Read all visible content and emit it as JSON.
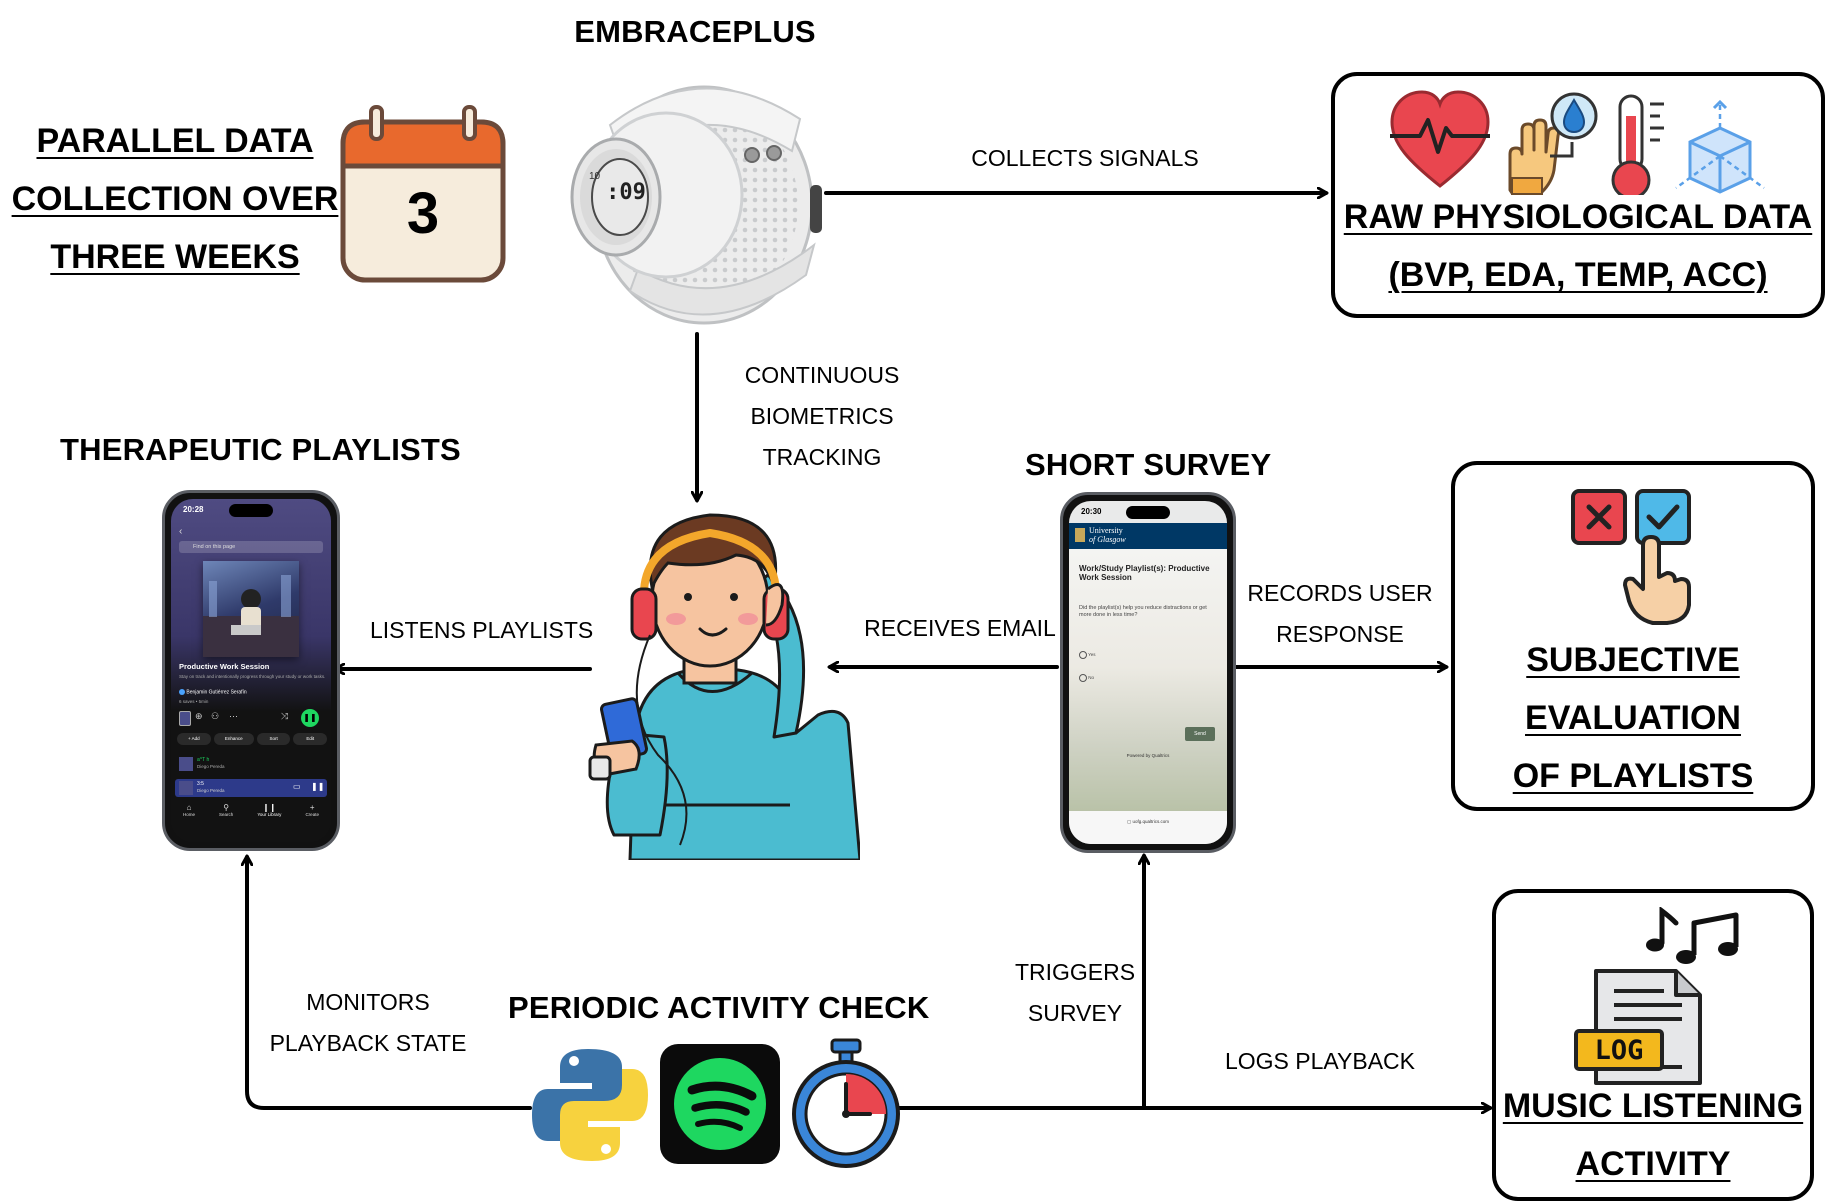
{
  "top": {
    "parallel_line1": "PARALLEL DATA",
    "parallel_line2": "COLLECTION OVER",
    "parallel_line3": "THREE WEEKS",
    "calendar_number": "3",
    "embraceplus_title": "EMBRACEPLUS",
    "watch_display": ":09",
    "watch_bezel": "10"
  },
  "raw_data": {
    "line1": "RAW PHYSIOLOGICAL DATA",
    "line2": "(BVP, EDA, TEMP, ACC)"
  },
  "edges": {
    "collects_signals": "COLLECTS SIGNALS",
    "continuous_1": "CONTINUOUS",
    "continuous_2": "BIOMETRICS",
    "continuous_3": "TRACKING",
    "listens_playlists": "LISTENS PLAYLISTS",
    "receives_email": "RECEIVES EMAIL",
    "records_1": "RECORDS USER",
    "records_2": "RESPONSE",
    "monitors_1": "MONITORS",
    "monitors_2": "PLAYBACK STATE",
    "triggers_1": "TRIGGERS",
    "triggers_2": "SURVEY",
    "logs_playback": "LOGS PLAYBACK"
  },
  "playlists": {
    "title": "THERAPEUTIC PLAYLISTS",
    "status_time": "20:28",
    "search_text": "Find on this page",
    "album_title": "Productive Work Session",
    "description": "Stay on track and intentionally progress through your study or work tasks.",
    "author": "Benjamin Gutiérrez Serafín",
    "meta": "6 saves • 5min",
    "btn_add": "+ Add",
    "btn_enhance": "Enhance",
    "btn_sort": "Sort",
    "btn_edit": "Edit",
    "track1_title": "a^T h",
    "track1_artist": "Diego Pereda",
    "track2_title": "3:5",
    "track2_artist": "Diego Pereda",
    "nav_home": "Home",
    "nav_search": "Search",
    "nav_library": "Your Library",
    "nav_create": "Create"
  },
  "survey": {
    "title": "SHORT SURVEY",
    "status_time": "20:30",
    "university_line1": "University",
    "university_line2": "of Glasgow",
    "heading": "Work/Study Playlist(s): Productive Work Session",
    "question": "Did the playlist(s) help you reduce distractions or get more done in less time?",
    "option_yes": "Yes",
    "option_no": "No",
    "send_button": "Send",
    "powered_by": "Powered by Qualtrics",
    "url": "▢ uofg.qualtrics.com"
  },
  "subjective": {
    "line1": "SUBJECTIVE",
    "line2": "EVALUATION",
    "line3": "OF PLAYLISTS"
  },
  "periodic": {
    "title": "PERIODIC ACTIVITY CHECK"
  },
  "music_log": {
    "line1": "MUSIC LISTENING",
    "line2": "ACTIVITY",
    "log_tag": "LOG"
  },
  "colors": {
    "calendar_orange": "#e8692d",
    "calendar_cream": "#f6ecdc",
    "heart_red": "#e9464f",
    "hoodie_teal": "#4bbcd0",
    "python_blue": "#3b73a8",
    "python_yellow": "#f7d23e",
    "spotify_green": "#1ed760",
    "stopwatch_blue": "#3a86d8",
    "log_yellow": "#f3b81d",
    "check_blue": "#4fb9e8"
  },
  "icons": [
    "calendar-icon",
    "watch-icon",
    "heart-icon",
    "hand-icon",
    "water-drop-icon",
    "thermometer-icon",
    "cube-icon",
    "person-illustration",
    "phone-icon",
    "x-checkbox-icon",
    "check-checkbox-icon",
    "pointing-hand-icon",
    "python-icon",
    "spotify-icon",
    "stopwatch-icon",
    "log-file-icon",
    "music-notes-icon"
  ]
}
